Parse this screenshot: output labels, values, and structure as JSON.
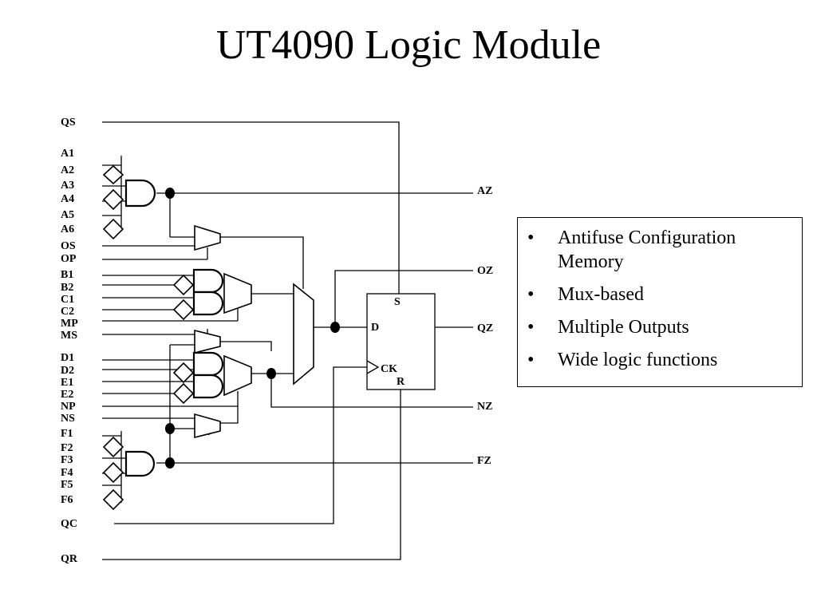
{
  "title": "UT4090 Logic Module",
  "bullets": [
    "Antifuse Configuration Memory",
    "Mux-based",
    "Multiple Outputs",
    "Wide logic functions"
  ],
  "bullet_glyph": "•",
  "input_pins": [
    "QS",
    "A1",
    "A2",
    "A3",
    "A4",
    "A5",
    "A6",
    "OS",
    "OP",
    "B1",
    "B2",
    "C1",
    "C2",
    "MP",
    "MS",
    "D1",
    "D2",
    "E1",
    "E2",
    "NP",
    "NS",
    "F1",
    "F2",
    "F3",
    "F4",
    "F5",
    "F6",
    "QC",
    "QR"
  ],
  "output_pins": [
    "AZ",
    "OZ",
    "QZ",
    "NZ",
    "FZ"
  ],
  "flipflop_pins": {
    "set": "S",
    "data": "D",
    "clock": "CK",
    "reset": "R"
  }
}
